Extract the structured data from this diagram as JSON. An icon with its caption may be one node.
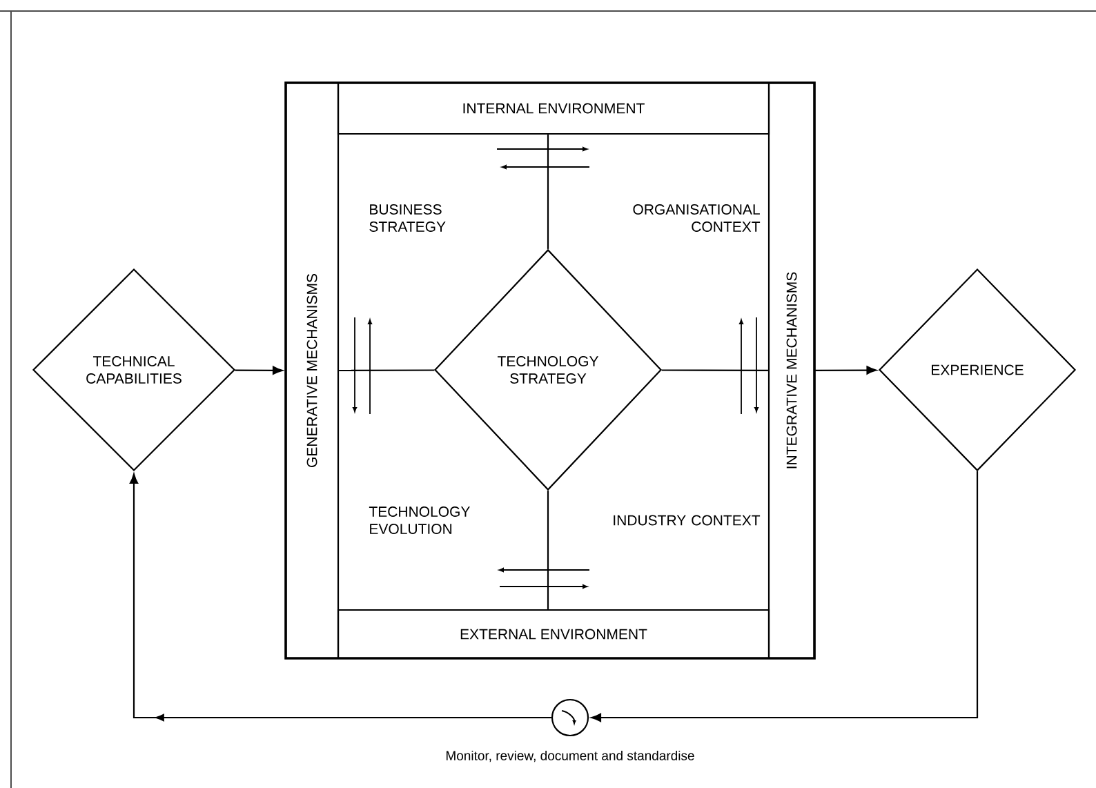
{
  "diagram": {
    "nodes": [
      {
        "text": [
          "TECHNICAL CAPABILITIES"
        ]
      },
      {
        "text": [],
        "shape": "box"
      },
      {
        "text": [
          "GENERATIVE MECHANISMS"
        ],
        "in": 1
      },
      {
        "text": [
          "INTERNAL ENVIRONMENT"
        ],
        "in": 1
      },
      {
        "text": [
          "TECHNOLOGY STRATEGY"
        ],
        "in": 1
      },
      {
        "text": [
          "EXTERNAL ENVIRONMENT"
        ],
        "in": 1
      },
      {
        "text": [
          "INTEGRATIVE MECHANISMS"
        ],
        "in": 1
      },
      {
        "text": [
          "EXPERIENCE"
        ]
      },
      {
        "text": [],
        "shape": "circle",
        "beside": [
          "Monitor, review, document and standardise"
        ]
      }
    ],
    "edges": [
      {
        "from": 0,
        "to": 2,
        "arrow": "to"
      },
      {
        "from": 4,
        "to": 3,
        "arrow": "none"
      },
      {
        "from": 4,
        "to": 2,
        "arrow": "none"
      },
      {
        "from": 4,
        "to": 6,
        "arrow": "none"
      },
      {
        "from": 4,
        "to": 5,
        "arrow": "none"
      },
      {
        "from": 6,
        "to": 7,
        "arrow": "to"
      },
      {
        "from": 7,
        "to": 8,
        "arrow": "to"
      },
      {
        "from": 8,
        "to": 0,
        "arrow": "to"
      }
    ],
    "labels": [
      "BUSINESS STRATEGY",
      "ORGANISATIONAL CONTEXT",
      "TECHNOLOGY EVOLUTION",
      "INDUSTRY CONTEXT"
    ]
  }
}
